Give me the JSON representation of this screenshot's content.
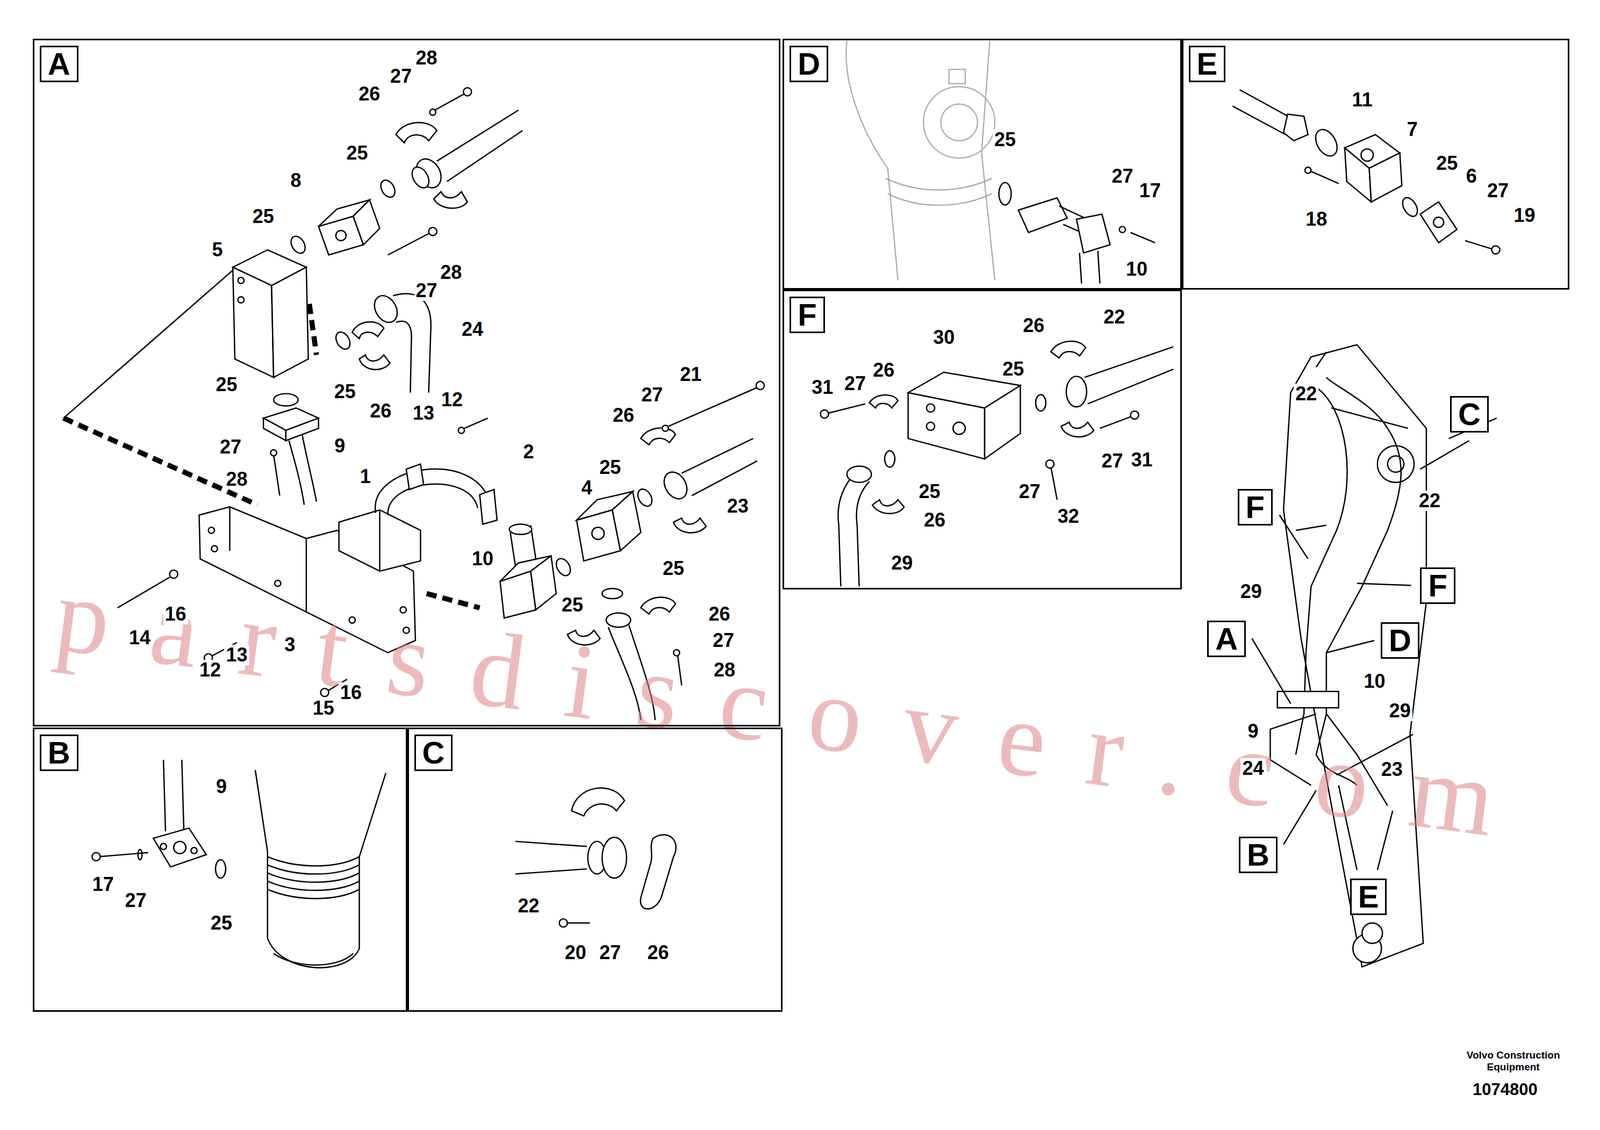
{
  "diagram": {
    "nodes": [
      {
        "text": [
          "A"
        ]
      },
      {
        "text": [
          "D"
        ]
      },
      {
        "text": [
          "E"
        ]
      },
      {
        "text": [
          "F"
        ]
      },
      {
        "text": [
          "B"
        ]
      },
      {
        "text": [
          "C"
        ]
      },
      {
        "text": [
          "C"
        ]
      },
      {
        "text": [
          "F"
        ]
      },
      {
        "text": [
          "F"
        ]
      },
      {
        "text": [
          "A"
        ]
      },
      {
        "text": [
          "D"
        ]
      },
      {
        "text": [
          "B"
        ]
      },
      {
        "text": [
          "E"
        ]
      }
    ],
    "labels": [
      "28",
      "27",
      "26",
      "25",
      "8",
      "25",
      "5",
      "28",
      "27",
      "24",
      "25",
      "25",
      "26",
      "12",
      "13",
      "2",
      "1",
      "9",
      "27",
      "28",
      "21",
      "27",
      "26",
      "25",
      "4",
      "23",
      "10",
      "25",
      "25",
      "26",
      "27",
      "28",
      "16",
      "14",
      "12",
      "13",
      "3",
      "15",
      "16",
      "9",
      "17",
      "27",
      "25",
      "22",
      "20",
      "27",
      "26",
      "25",
      "27",
      "17",
      "10",
      "11",
      "7",
      "25",
      "6",
      "27",
      "19",
      "18",
      "30",
      "26",
      "22",
      "31",
      "27",
      "26",
      "25",
      "25",
      "27",
      "31",
      "27",
      "32",
      "26",
      "29",
      "22",
      "22",
      "29",
      "10",
      "29",
      "9",
      "24",
      "23",
      "partsdiscover.com",
      "Volvo Construction Equipment",
      "1074800"
    ]
  }
}
